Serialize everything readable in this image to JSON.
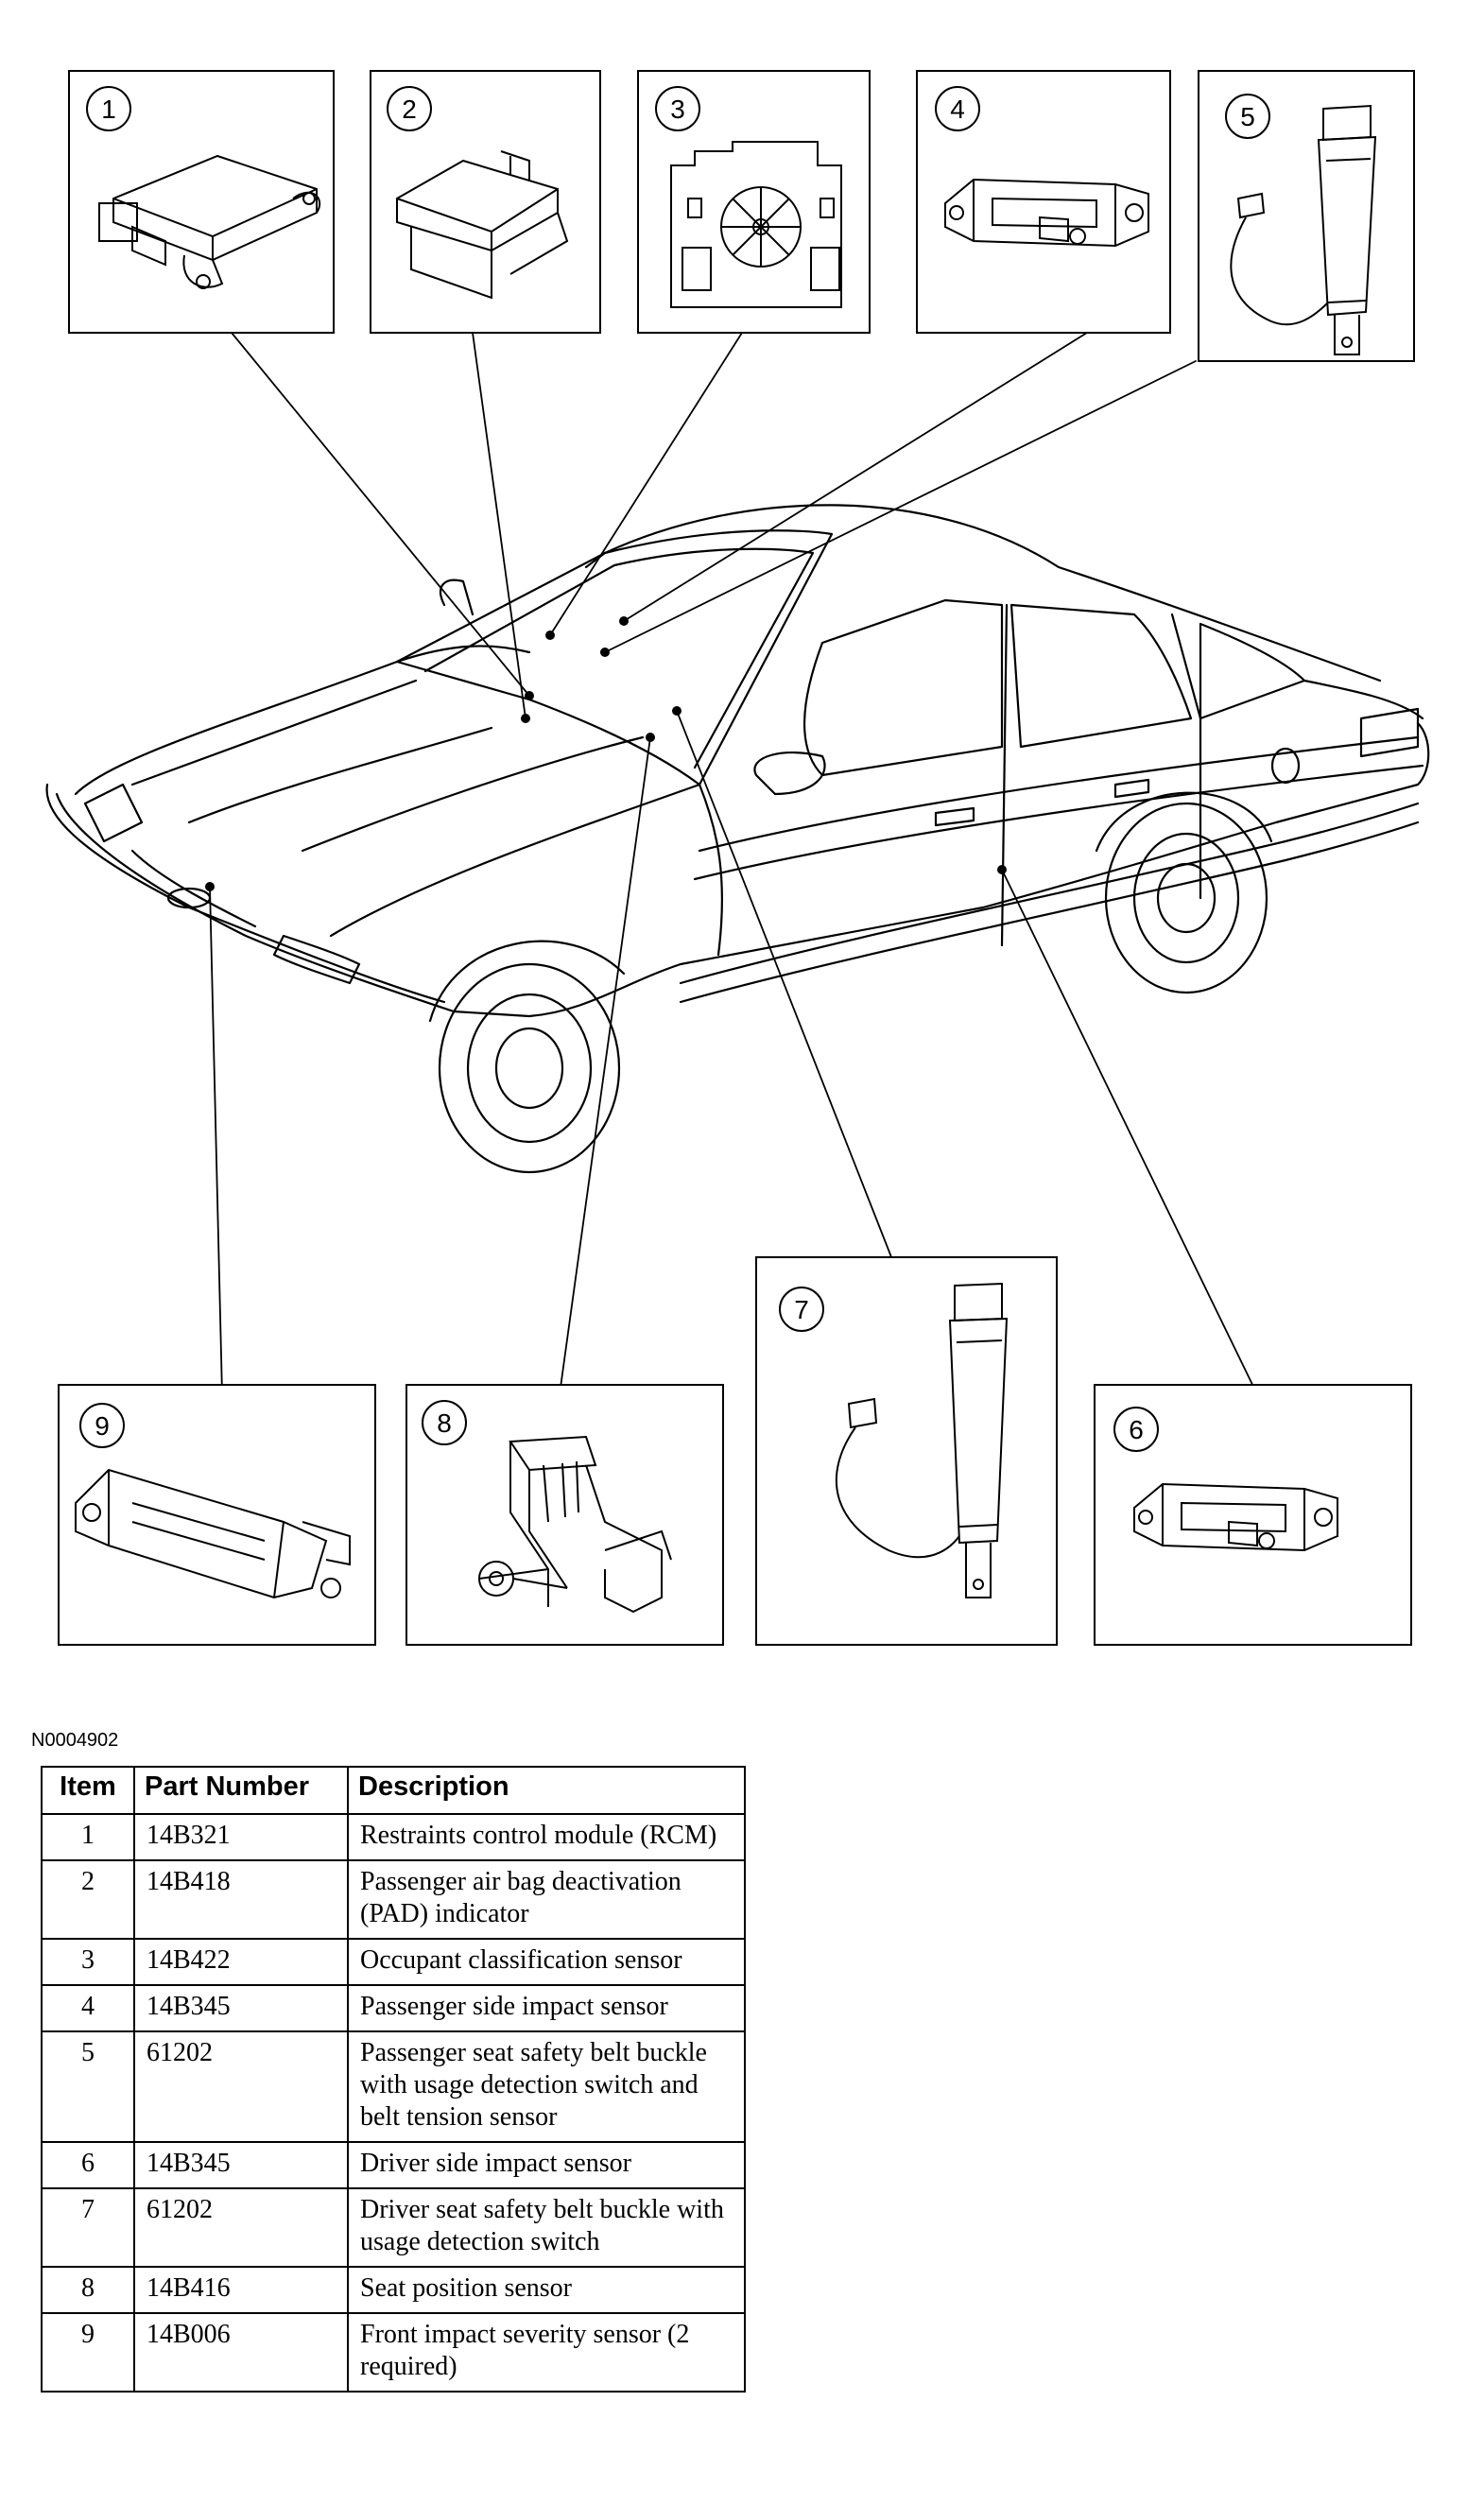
{
  "figure_id": "N0004902",
  "callouts": [
    "1",
    "2",
    "3",
    "4",
    "5",
    "6",
    "7",
    "8",
    "9"
  ],
  "table": {
    "headers": {
      "item": "Item",
      "part_number": "Part Number",
      "description": "Description"
    },
    "rows": [
      {
        "item": "1",
        "part_number": "14B321",
        "description": "Restraints control module (RCM)"
      },
      {
        "item": "2",
        "part_number": "14B418",
        "description": "Passenger air bag deactivation (PAD) indicator"
      },
      {
        "item": "3",
        "part_number": "14B422",
        "description": "Occupant classification sensor"
      },
      {
        "item": "4",
        "part_number": "14B345",
        "description": "Passenger side impact sensor"
      },
      {
        "item": "5",
        "part_number": "61202",
        "description": "Passenger seat safety belt buckle with usage detection switch and belt tension sensor"
      },
      {
        "item": "6",
        "part_number": "14B345",
        "description": "Driver side impact sensor"
      },
      {
        "item": "7",
        "part_number": "61202",
        "description": "Driver seat safety belt buckle with usage detection switch"
      },
      {
        "item": "8",
        "part_number": "14B416",
        "description": "Seat position sensor"
      },
      {
        "item": "9",
        "part_number": "14B006",
        "description": "Front impact severity sensor (2 required)"
      }
    ]
  }
}
